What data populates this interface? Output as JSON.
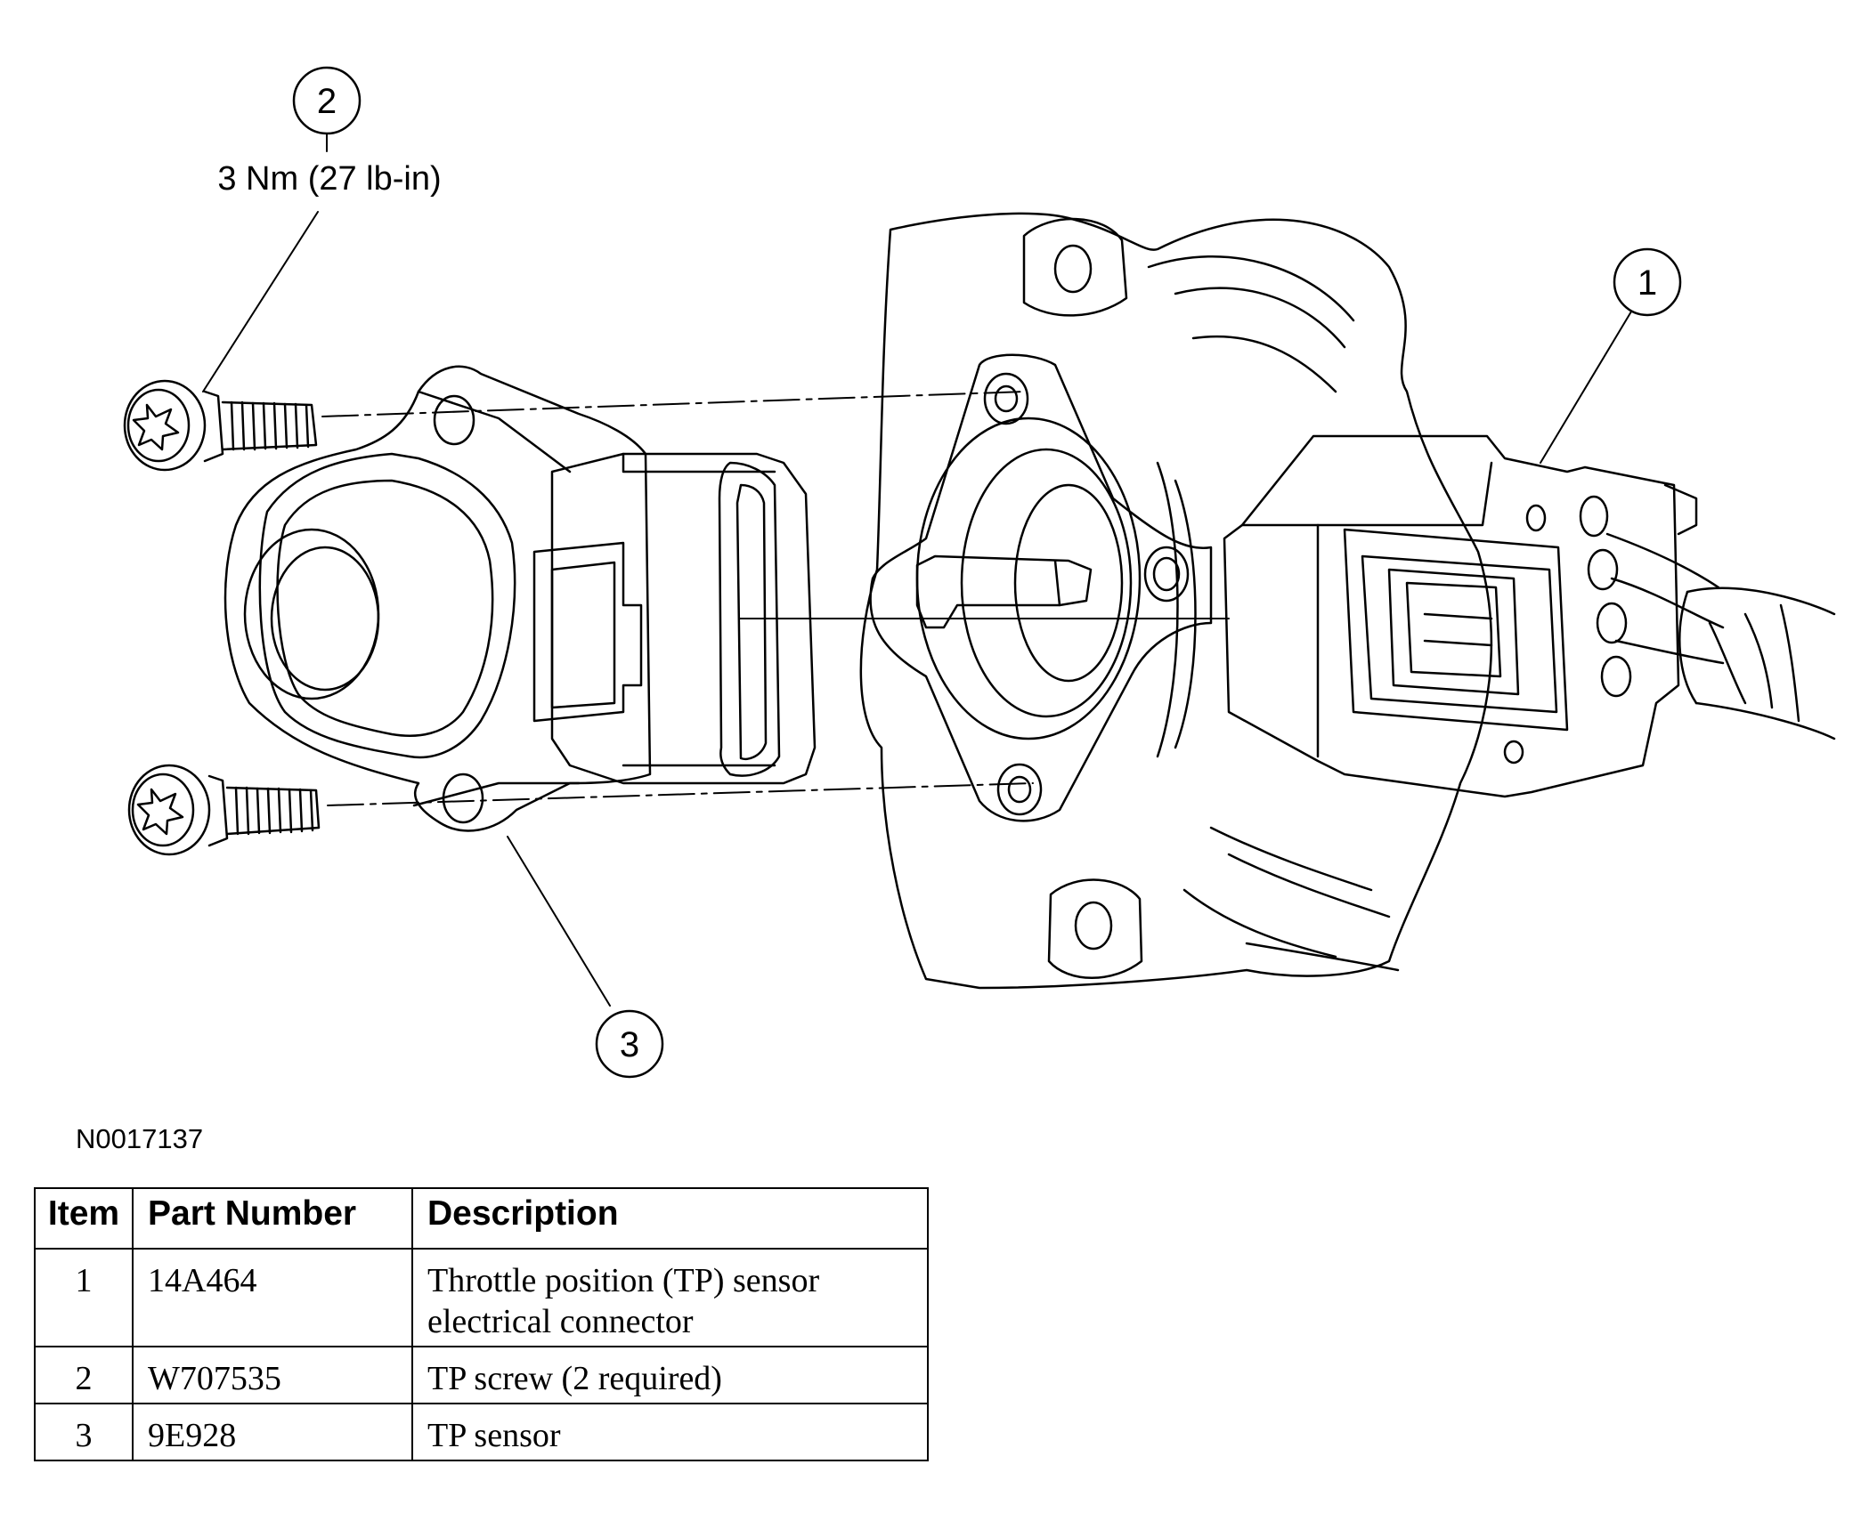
{
  "figure": {
    "id": "N0017137",
    "callouts": [
      {
        "number": "1"
      },
      {
        "number": "2",
        "note": "3 Nm (27 lb-in)"
      },
      {
        "number": "3"
      }
    ]
  },
  "table": {
    "headers": [
      "Item",
      "Part Number",
      "Description"
    ],
    "rows": [
      {
        "item": "1",
        "part_number": "14A464",
        "description": "Throttle position (TP) sensor electrical connector"
      },
      {
        "item": "2",
        "part_number": "W707535",
        "description": "TP screw (2 required)"
      },
      {
        "item": "3",
        "part_number": "9E928",
        "description": "TP sensor"
      }
    ]
  }
}
